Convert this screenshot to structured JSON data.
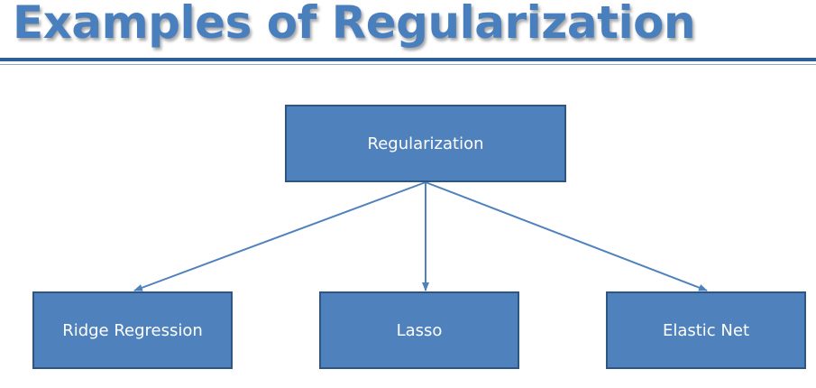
{
  "slide": {
    "title": "Examples of Regularization"
  },
  "diagram": {
    "root": {
      "label": "Regularization"
    },
    "children": [
      {
        "label": "Ridge Regression"
      },
      {
        "label": "Lasso"
      },
      {
        "label": "Elastic Net"
      }
    ],
    "edges": [
      {
        "from": "Regularization",
        "to": "Ridge Regression"
      },
      {
        "from": "Regularization",
        "to": "Lasso"
      },
      {
        "from": "Regularization",
        "to": "Elastic Net"
      }
    ]
  },
  "colors": {
    "title": "#4a7fbe",
    "node_fill": "#4f81bd",
    "node_border": "#2f5683",
    "edge": "#4f81bd",
    "rule": "#2e5f9b"
  }
}
